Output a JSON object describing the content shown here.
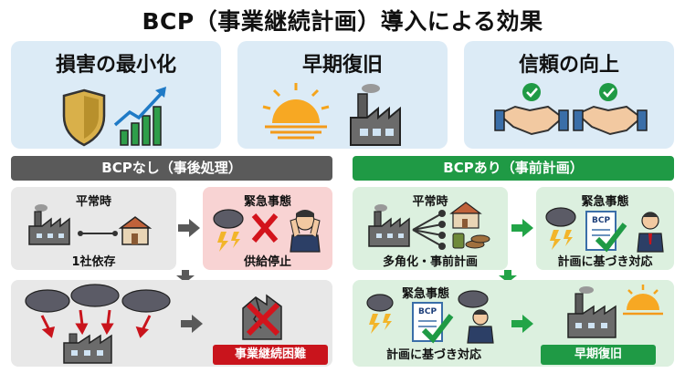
{
  "title": "BCP（事業継続計画）導入による効果",
  "benefits": [
    {
      "label": "損害の最小化",
      "icon": "shield-growth-chart-icon"
    },
    {
      "label": "早期復旧",
      "icon": "sunrise-factory-icon"
    },
    {
      "label": "信頼の向上",
      "icon": "handshake-check-icon"
    }
  ],
  "without_bcp": {
    "header": "BCPなし（事後処理）",
    "normal_title": "平常時",
    "normal_caption": "1社依存",
    "emergency_title": "緊急事態",
    "emergency_caption": "供給停止",
    "result_label": "事業継続困難"
  },
  "with_bcp": {
    "header": "BCPあり（事前計画）",
    "normal_title": "平常時",
    "normal_caption": "多角化・事前計画",
    "emergency_title": "緊急事態",
    "emergency_caption": "計画に基づき対応",
    "emergency2_title": "緊急事態",
    "emergency2_caption": "計画に基づき対応",
    "result_label": "早期復旧",
    "doc_label": "BCP"
  },
  "colors": {
    "card_bg": "#dcebf6",
    "gray_header": "#5a5a5a",
    "green_header": "#1f9a45",
    "gray_panel": "#e8e8e8",
    "pink_panel": "#f8d3d3",
    "green_panel": "#dcf0df",
    "danger_red": "#c9141c",
    "arrow_gray": "#595959",
    "arrow_green": "#22a447"
  }
}
